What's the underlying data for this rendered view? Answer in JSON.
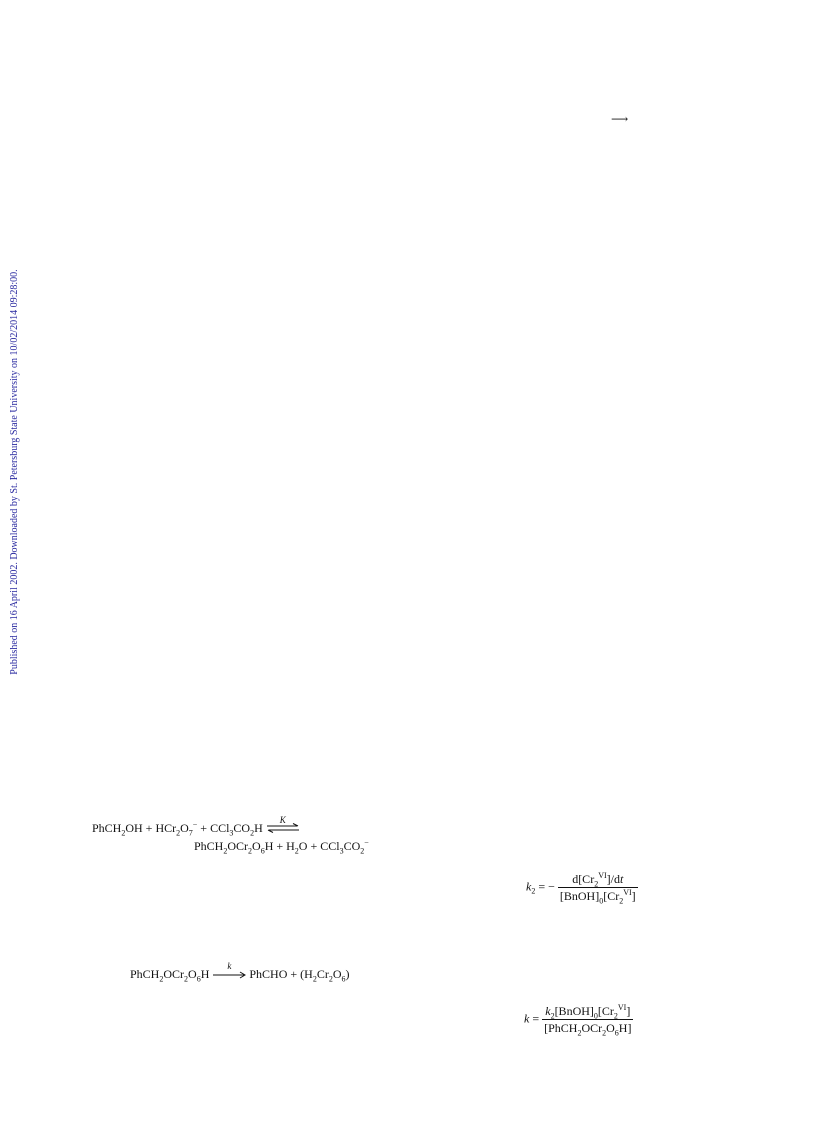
{
  "margin_note": "Published on 16 April 2002. Downloaded by St. Petersburg State University on 10/02/2014 09:28:00.",
  "stray_arrow": "⟶",
  "eq1": {
    "lhs": [
      "PhCH",
      "2",
      "OH + HCr",
      "2",
      "O",
      "7",
      "−",
      " + CCl",
      "3",
      "CO",
      "2",
      "H"
    ],
    "arrow_label": "K",
    "rhs": [
      "PhCH",
      "2",
      "OCr",
      "2",
      "O",
      "6",
      "H + H",
      "2",
      "O + CCl",
      "3",
      "CO",
      "2",
      "−"
    ]
  },
  "eq2": {
    "lhs_k": "k",
    "lhs_sub": "2",
    "equals": " = −",
    "num": [
      "d[Cr",
      "2",
      "VI",
      "]/d",
      "t"
    ],
    "den": [
      "[BnOH]",
      "0",
      "[Cr",
      "2",
      "VI",
      "]"
    ]
  },
  "eq3": {
    "reactant": [
      "PhCH",
      "2",
      "OCr",
      "2",
      "O",
      "6",
      "H"
    ],
    "arrow_label": "k",
    "products": [
      "PhCHO + (H",
      "2",
      "Cr",
      "2",
      "O",
      "6",
      ")"
    ]
  },
  "eq4": {
    "lhs": "k",
    "equals": " = ",
    "num": [
      "k",
      "2",
      "[BnOH]",
      "0",
      "[Cr",
      "2",
      "VI",
      "]"
    ],
    "den": [
      "[PhCH",
      "2",
      "OCr",
      "2",
      "O",
      "6",
      "H]"
    ]
  }
}
